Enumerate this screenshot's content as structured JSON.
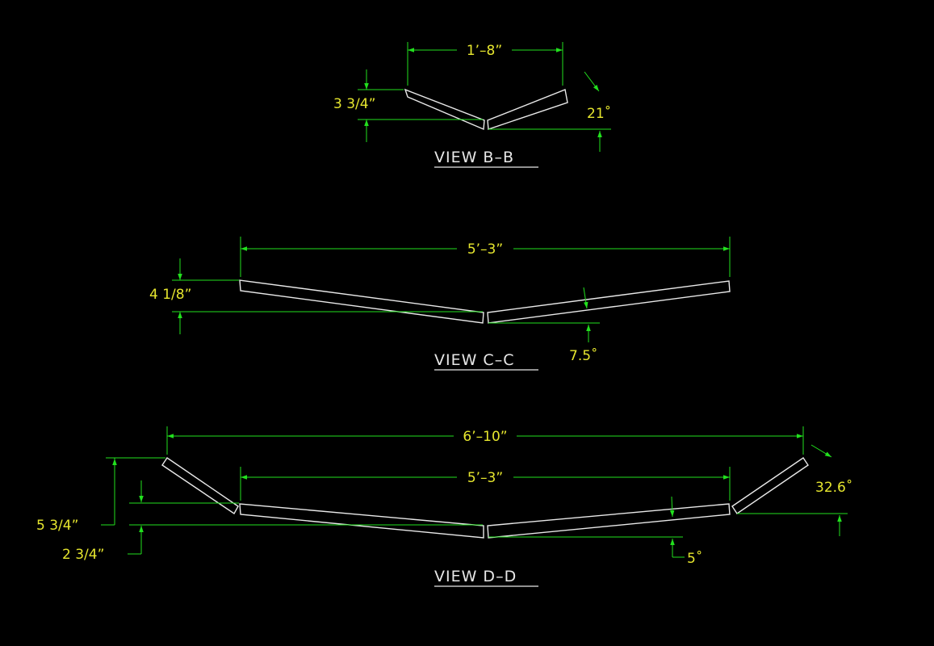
{
  "colors": {
    "background": "#000000",
    "dimension_lines": "#22e01e",
    "dimension_text": "#e6e62e",
    "geometry": "#e8e8e8"
  },
  "view_b": {
    "title": "VIEW  B–B",
    "width": "1’–8”",
    "height": "3  3/4”",
    "angle": "21˚"
  },
  "view_c": {
    "title": "VIEW  C–C",
    "width": "5’–3”",
    "height": "4  1/8”",
    "angle": "7.5˚"
  },
  "view_d": {
    "title": "VIEW  D–D",
    "overall_width": "6’–10”",
    "inner_width": "5’–3”",
    "outer_height": "5  3/4”",
    "inner_height": "2  3/4”",
    "outer_angle": "32.6˚",
    "inner_angle": "5˚"
  }
}
